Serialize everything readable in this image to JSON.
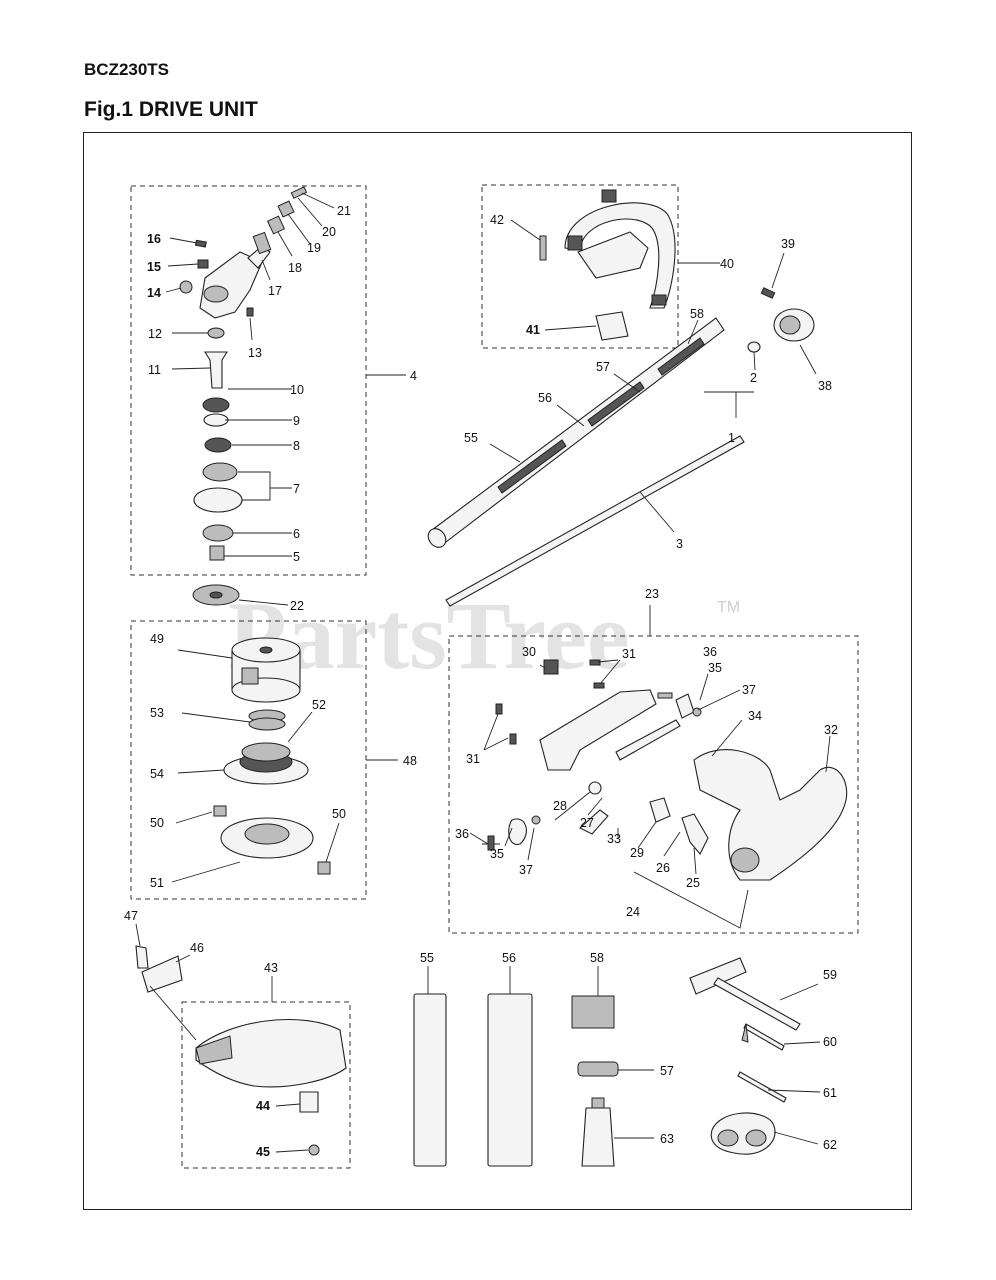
{
  "header": {
    "model": "BCZ230TS",
    "figure_title": "Fig.1 DRIVE UNIT"
  },
  "watermark": {
    "text": "PartsTree",
    "tm": "TM"
  },
  "callouts": {
    "c1": "1",
    "c2": "2",
    "c3": "3",
    "c4": "4",
    "c5": "5",
    "c6": "6",
    "c7": "7",
    "c8": "8",
    "c9": "9",
    "c10": "10",
    "c11": "11",
    "c12": "12",
    "c13": "13",
    "c14": "14",
    "c15": "15",
    "c16": "16",
    "c17": "17",
    "c18": "18",
    "c19": "19",
    "c20": "20",
    "c21": "21",
    "c22": "22",
    "c23": "23",
    "c24": "24",
    "c25": "25",
    "c26": "26",
    "c27": "27",
    "c28": "28",
    "c29": "29",
    "c30": "30",
    "c31": "31",
    "c32": "32",
    "c33": "33",
    "c34": "34",
    "c35": "35",
    "c36": "36",
    "c37": "37",
    "c38": "38",
    "c39": "39",
    "c40": "40",
    "c41": "41",
    "c42": "42",
    "c43": "43",
    "c44": "44",
    "c45": "45",
    "c46": "46",
    "c47": "47",
    "c48": "48",
    "c49": "49",
    "c50": "50",
    "c51": "51",
    "c52": "52",
    "c53": "53",
    "c54": "54",
    "c55": "55",
    "c56": "56",
    "c57": "57",
    "c58": "58",
    "c59": "59",
    "c60": "60",
    "c61": "61",
    "c62": "62",
    "c63": "63"
  }
}
